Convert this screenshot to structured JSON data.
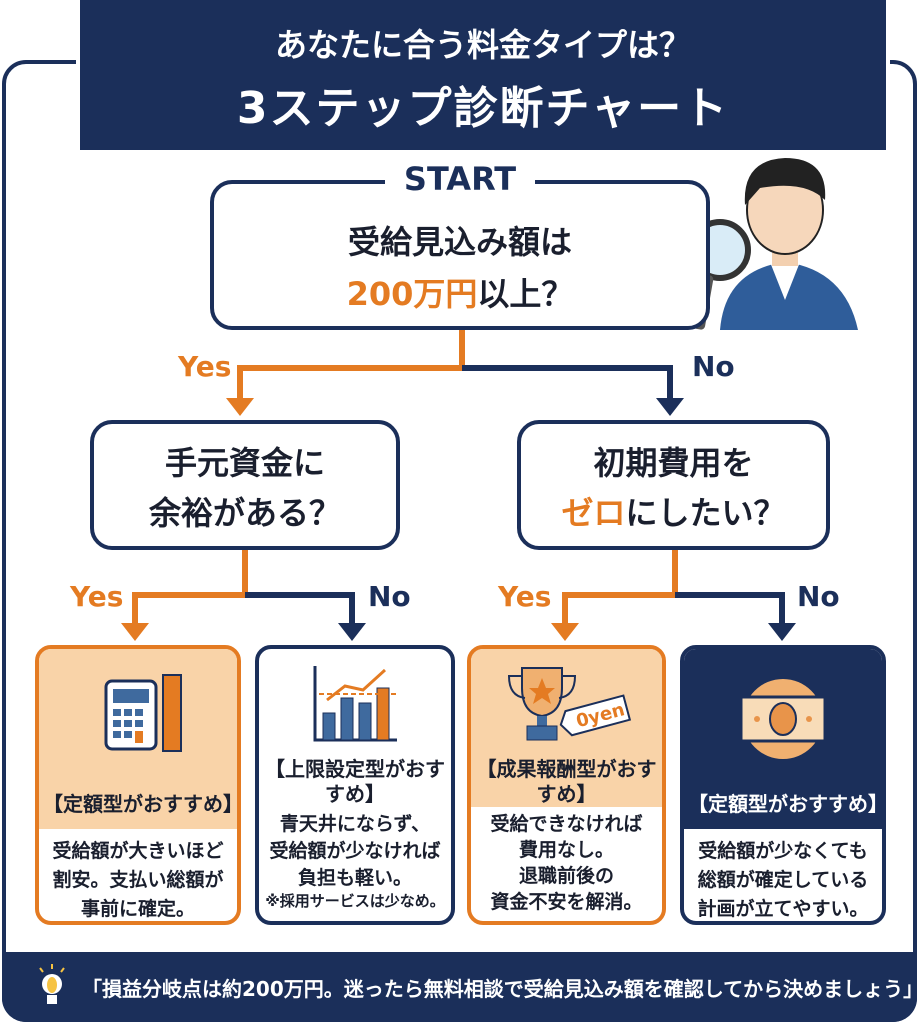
{
  "header": {
    "line1": "あなたに合う料金タイプは？",
    "line2": "3ステップ診断チャート"
  },
  "start": {
    "label": "START",
    "line1": "受給見込み額は",
    "line2_highlight": "200万円",
    "line2_rest": "以上？"
  },
  "branch_labels": {
    "yes": "Yes",
    "no": "No"
  },
  "q2": {
    "line1": "手元資金に",
    "line2": "余裕がある？"
  },
  "q3": {
    "line1": "初期費用を",
    "line2_highlight": "ゼロ",
    "line2_rest": "にしたい？"
  },
  "results": [
    {
      "icon": "calculator-ruler-icon",
      "title": "【定額型がおすすめ】",
      "body": [
        "受給額が大きいほど",
        "割安。支払い総額が",
        "事前に確定。"
      ]
    },
    {
      "icon": "bar-chart-cap-icon",
      "title": "【上限設定型がおすすめ】",
      "body": [
        "青天井にならず、",
        "受給額が少なければ",
        "負担も軽い。"
      ],
      "note": "※採用サービスは少なめ。"
    },
    {
      "icon": "trophy-zero-yen-icon",
      "title": "【成果報酬型がおすすめ】",
      "tag": "0yen",
      "body": [
        "受給できなければ",
        "費用なし。",
        "退職前後の",
        "資金不安を解消。"
      ]
    },
    {
      "icon": "banknote-icon",
      "title": "【定額型がおすすめ】",
      "body": [
        "受給額が少なくても",
        "総額が確定している",
        "計画が立てやすい。"
      ]
    }
  ],
  "footer": {
    "icon": "lightbulb-icon",
    "text": "「損益分岐点は約200万円。迷ったら無料相談で受給見込み額を確認してから決めましょう」"
  },
  "colors": {
    "navy": "#1b2f5a",
    "orange": "#e47b22",
    "light_orange": "#f9d3a8"
  }
}
